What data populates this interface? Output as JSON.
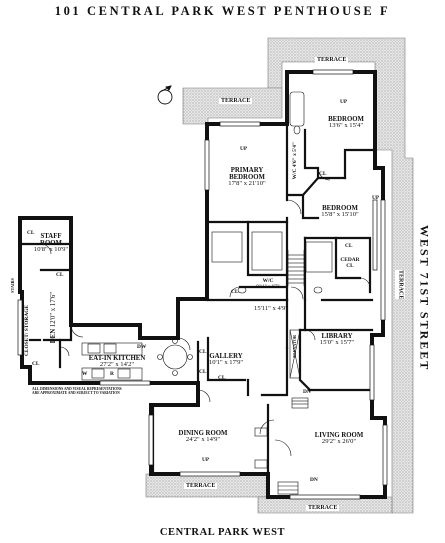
{
  "title": "101 CENTRAL PARK WEST PENTHOUSE F",
  "streets": {
    "south": "CENTRAL PARK WEST",
    "east": "WEST 71ST STREET"
  },
  "terraces": {
    "label": "TERRACE"
  },
  "rooms": {
    "bedroom_ne": {
      "name": "BEDROOM",
      "dim": "13'6\" x 15'4\""
    },
    "primary": {
      "name_1": "PRIMARY",
      "name_2": "BEDROOM",
      "dim": "17'8\" x 21'10\""
    },
    "bedroom_e": {
      "name": "BEDROOM",
      "dim": "15'8\" x 15'10\""
    },
    "wic_n": {
      "name": "W/C",
      "dim": "4'6\" x 5'4\""
    },
    "wic_s": {
      "name": "W/C",
      "dim": "9'11\" x 6'7\""
    },
    "staff": {
      "name": "STAFF",
      "name_2": "ROOM",
      "dim": "10'8\" x 10'9\""
    },
    "den": {
      "name": "DEN",
      "dim": "12'0\" x 17'6\""
    },
    "closet": {
      "name": "CLOSET/",
      "name_2": "STORAGE"
    },
    "kitchen": {
      "name": "EAT-IN KITCHEN",
      "dim": "27'2\" x 14'2\""
    },
    "gallery": {
      "name": "GALLERY",
      "dim": "10'1\" x 17'9\""
    },
    "library": {
      "name": "LIBRARY",
      "dim": "15'0\" x 15'7\""
    },
    "hall": {
      "dim": "15'11\" x 4'9\""
    },
    "dining": {
      "name": "DINING ROOM",
      "dim": "24'2\" x 14'9\""
    },
    "living": {
      "name": "LIVING ROOM",
      "dim": "29'2\" x 26'0\""
    },
    "cedar": {
      "name": "CEDAR",
      "name_2": "CL"
    },
    "elevator": {
      "name": "ELEVATOR"
    },
    "stairs": {
      "name": "STAIRS"
    }
  },
  "marks": {
    "cl": "CL",
    "up": "UP",
    "dn": "DN",
    "dw": "DW",
    "w": "W",
    "r": "R"
  },
  "disclaimer": "ALL DIMENSIONS AND VISUAL REPRESENTATIONS ARE APPROXIMATE AND SUBJECT TO VARIATION",
  "colors": {
    "wall": "#111111",
    "terrace_fill": "#d4d4d4",
    "background": "#ffffff"
  }
}
